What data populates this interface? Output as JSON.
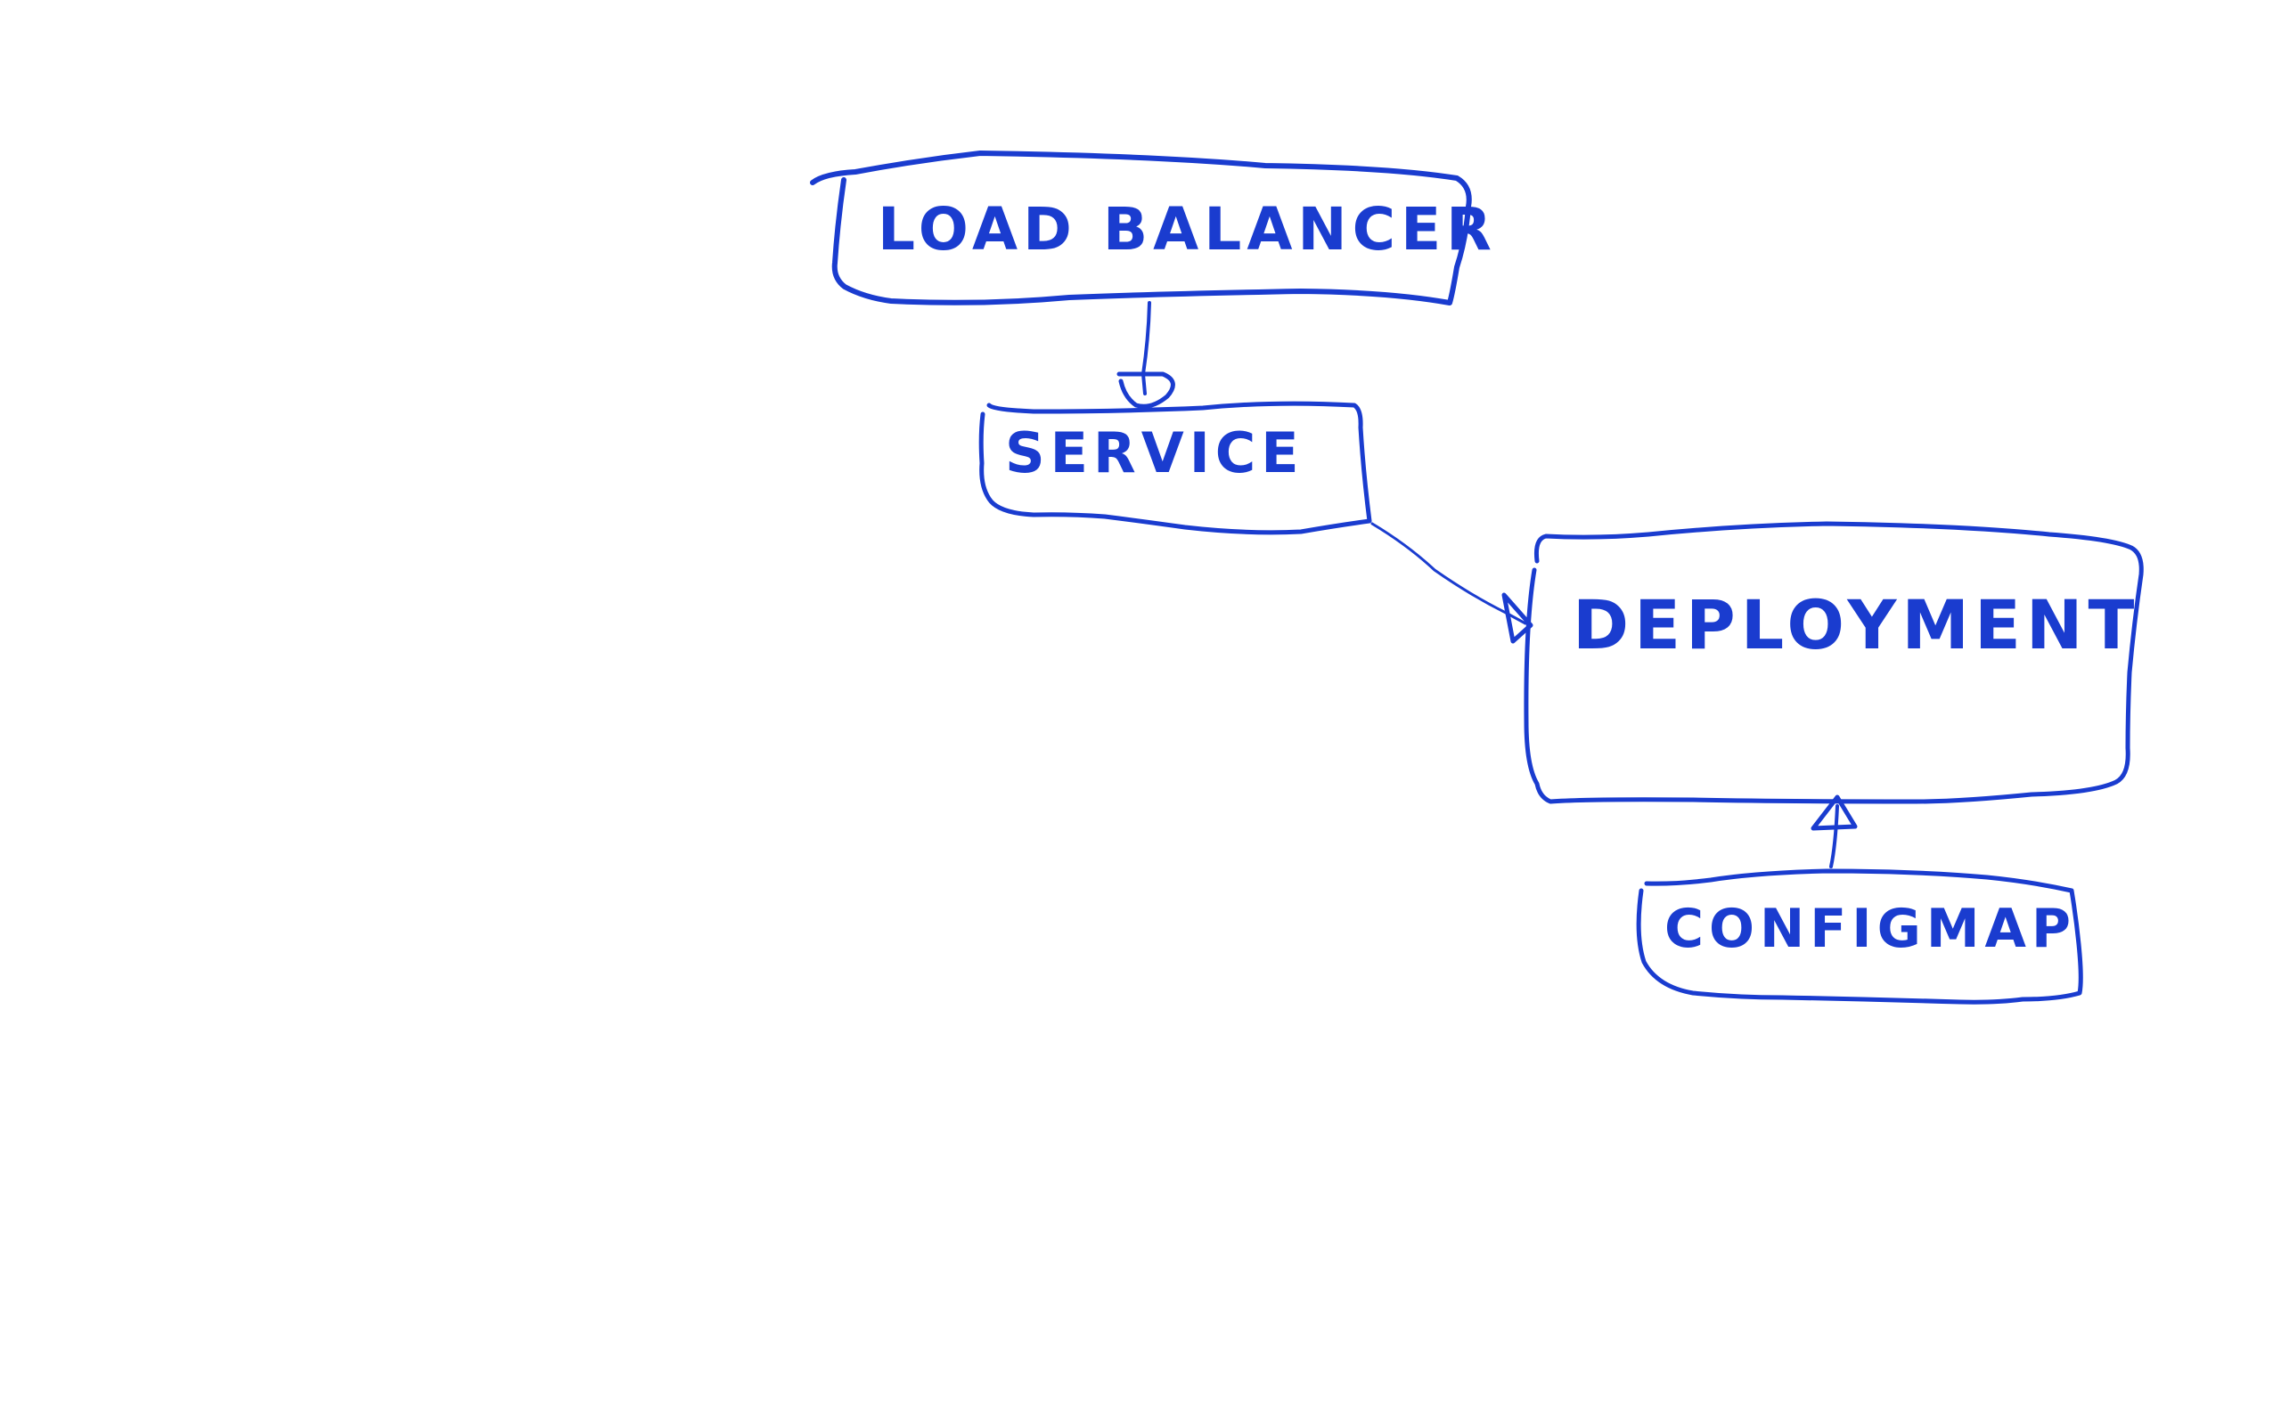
{
  "diagram": {
    "ink_color": "#1a3ccf",
    "nodes": [
      {
        "id": "load-balancer",
        "label": "LOAD BALANCER"
      },
      {
        "id": "service",
        "label": "SERVICE"
      },
      {
        "id": "deployment",
        "label": "DEPLOYMENT"
      },
      {
        "id": "configmap",
        "label": "CONFIGMAP"
      }
    ],
    "edges": [
      {
        "from": "load-balancer",
        "to": "service",
        "head": "half-circle"
      },
      {
        "from": "service",
        "to": "deployment",
        "head": "triangle"
      },
      {
        "from": "configmap",
        "to": "deployment",
        "head": "triangle"
      }
    ]
  }
}
